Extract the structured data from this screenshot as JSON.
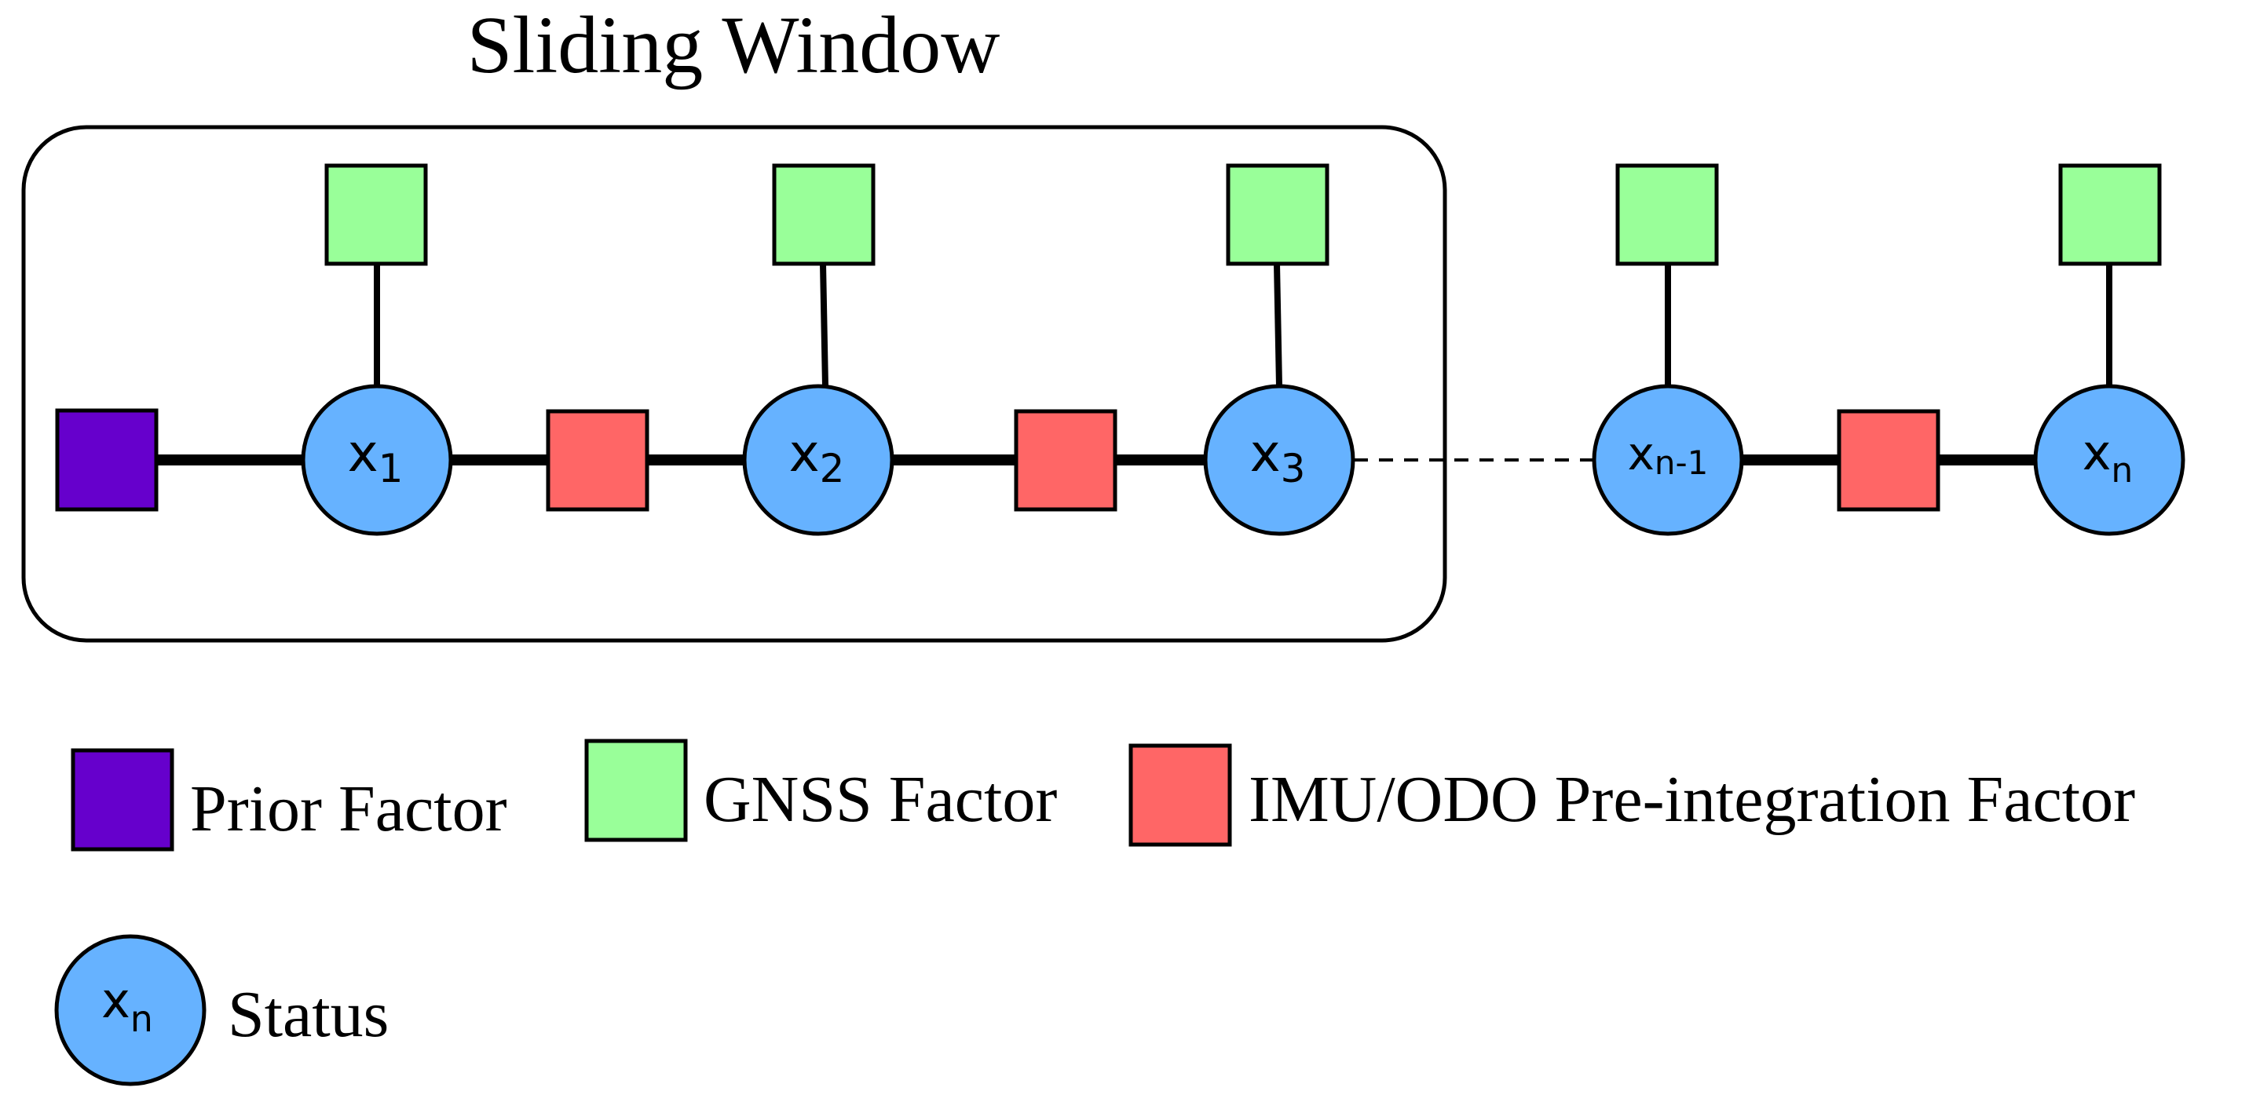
{
  "title": "Sliding Window",
  "colors": {
    "prior": "#6600CC",
    "gnss": "#99FF99",
    "imu": "#FF6666",
    "status": "#66B2FF",
    "stroke": "#000000"
  },
  "nodes": [
    {
      "base": "x",
      "sub": "1"
    },
    {
      "base": "x",
      "sub": "2"
    },
    {
      "base": "x",
      "sub": "3"
    },
    {
      "base": "x",
      "sub": "n-1"
    },
    {
      "base": "x",
      "sub": "n"
    }
  ],
  "legend": {
    "prior": "Prior Factor",
    "gnss": "GNSS Factor",
    "imu": "IMU/ODO Pre-integration Factor",
    "status": "Status",
    "status_symbol": {
      "base": "x",
      "sub": "n"
    }
  }
}
